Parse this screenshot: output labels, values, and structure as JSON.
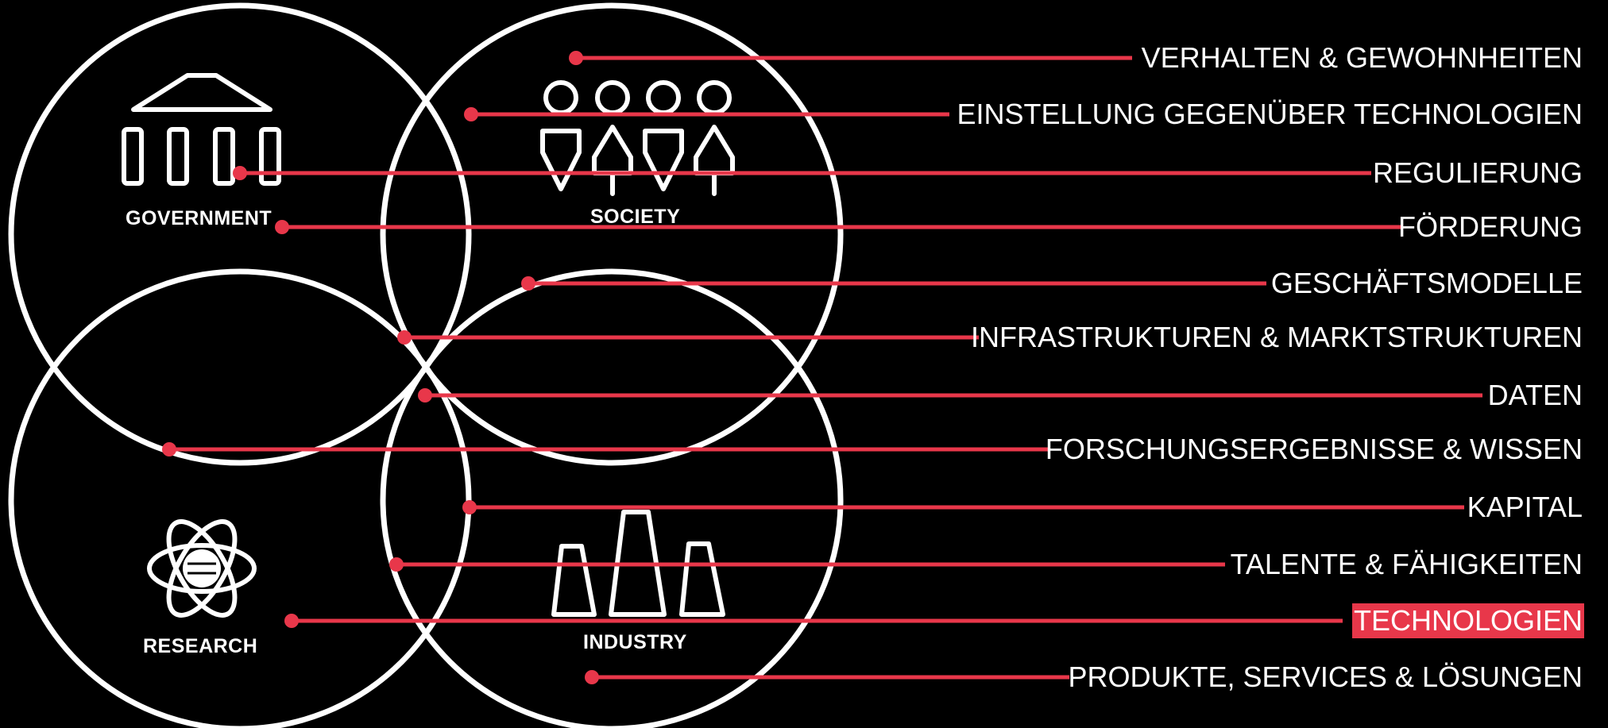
{
  "sectors": {
    "government": "GOVERNMENT",
    "society": "SOCIETY",
    "research": "RESEARCH",
    "industry": "INDUSTRY"
  },
  "items": [
    {
      "label": "VERHALTEN & GEWOHNHEITEN"
    },
    {
      "label": "EINSTELLUNG GEGENÜBER TECHNOLOGIEN"
    },
    {
      "label": "REGULIERUNG"
    },
    {
      "label": "FÖRDERUNG"
    },
    {
      "label": "GESCHÄFTSMODELLE"
    },
    {
      "label": "INFRASTRUKTUREN & MARKTSTRUKTUREN"
    },
    {
      "label": "DATEN"
    },
    {
      "label": "FORSCHUNGSERGEBNISSE & WISSEN"
    },
    {
      "label": "KAPITAL"
    },
    {
      "label": "TALENTE & FÄHIGKEITEN"
    },
    {
      "label": "TECHNOLOGIEN",
      "highlighted": true
    },
    {
      "label": "PRODUKTE, SERVICES & LÖSUNGEN"
    }
  ],
  "colors": {
    "accent": "#e8374a",
    "foreground": "#ffffff",
    "background": "#000000"
  },
  "icons": {
    "government": "government-building-icon",
    "society": "people-icon",
    "research": "atom-database-icon",
    "industry": "factory-chimneys-icon"
  }
}
